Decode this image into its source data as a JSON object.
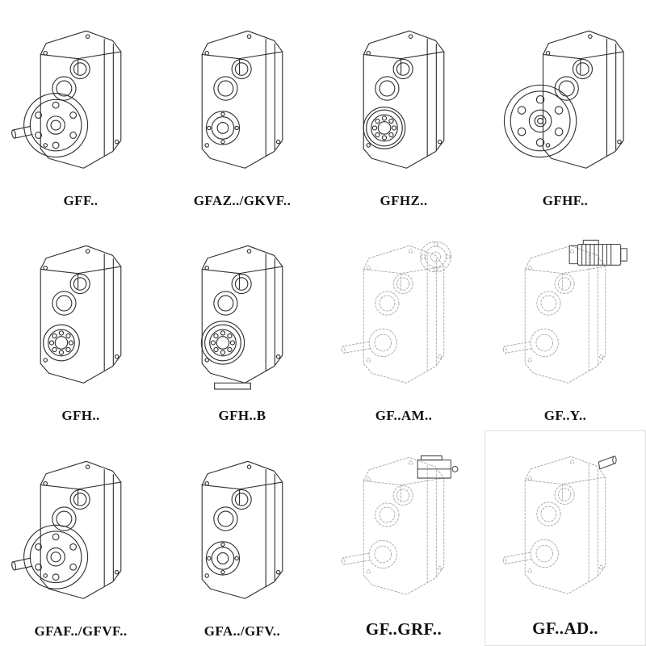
{
  "page": {
    "background": "#ffffff",
    "line_color": "#2f2f2f",
    "ghost_line_color": "#a8a8a8",
    "label_color": "#111111"
  },
  "catalog": {
    "rows": 3,
    "columns": 4,
    "cells": [
      {
        "label": "GFF..",
        "drawing": "flange-mounted-gearbox"
      },
      {
        "label": "GFAZ../GKVF..",
        "drawing": "hollow-shaft-gearbox"
      },
      {
        "label": "GFHZ..",
        "drawing": "shrink-disc-gearbox"
      },
      {
        "label": "GFHF..",
        "drawing": "flange-face-gearbox"
      },
      {
        "label": "GFH..",
        "drawing": "hollow-shaft-bearing-gearbox"
      },
      {
        "label": "GFH..B",
        "drawing": "hollow-shaft-bearing-gearbox-b"
      },
      {
        "label": "GF..AM..",
        "drawing": "gearbox-with-adapter-flange-ghost"
      },
      {
        "label": "GF..Y..",
        "drawing": "gearbox-with-motor-ghost"
      },
      {
        "label": "GFAF../GFVF..",
        "drawing": "flange-mounted-gearbox"
      },
      {
        "label": "GFA../GFV..",
        "drawing": "hollow-shaft-gearbox"
      },
      {
        "label": "GF..GRF..",
        "drawing": "gearbox-with-cover-box-ghost"
      },
      {
        "label": "GF..AD..",
        "drawing": "gearbox-with-input-shaft-ghost"
      }
    ]
  }
}
